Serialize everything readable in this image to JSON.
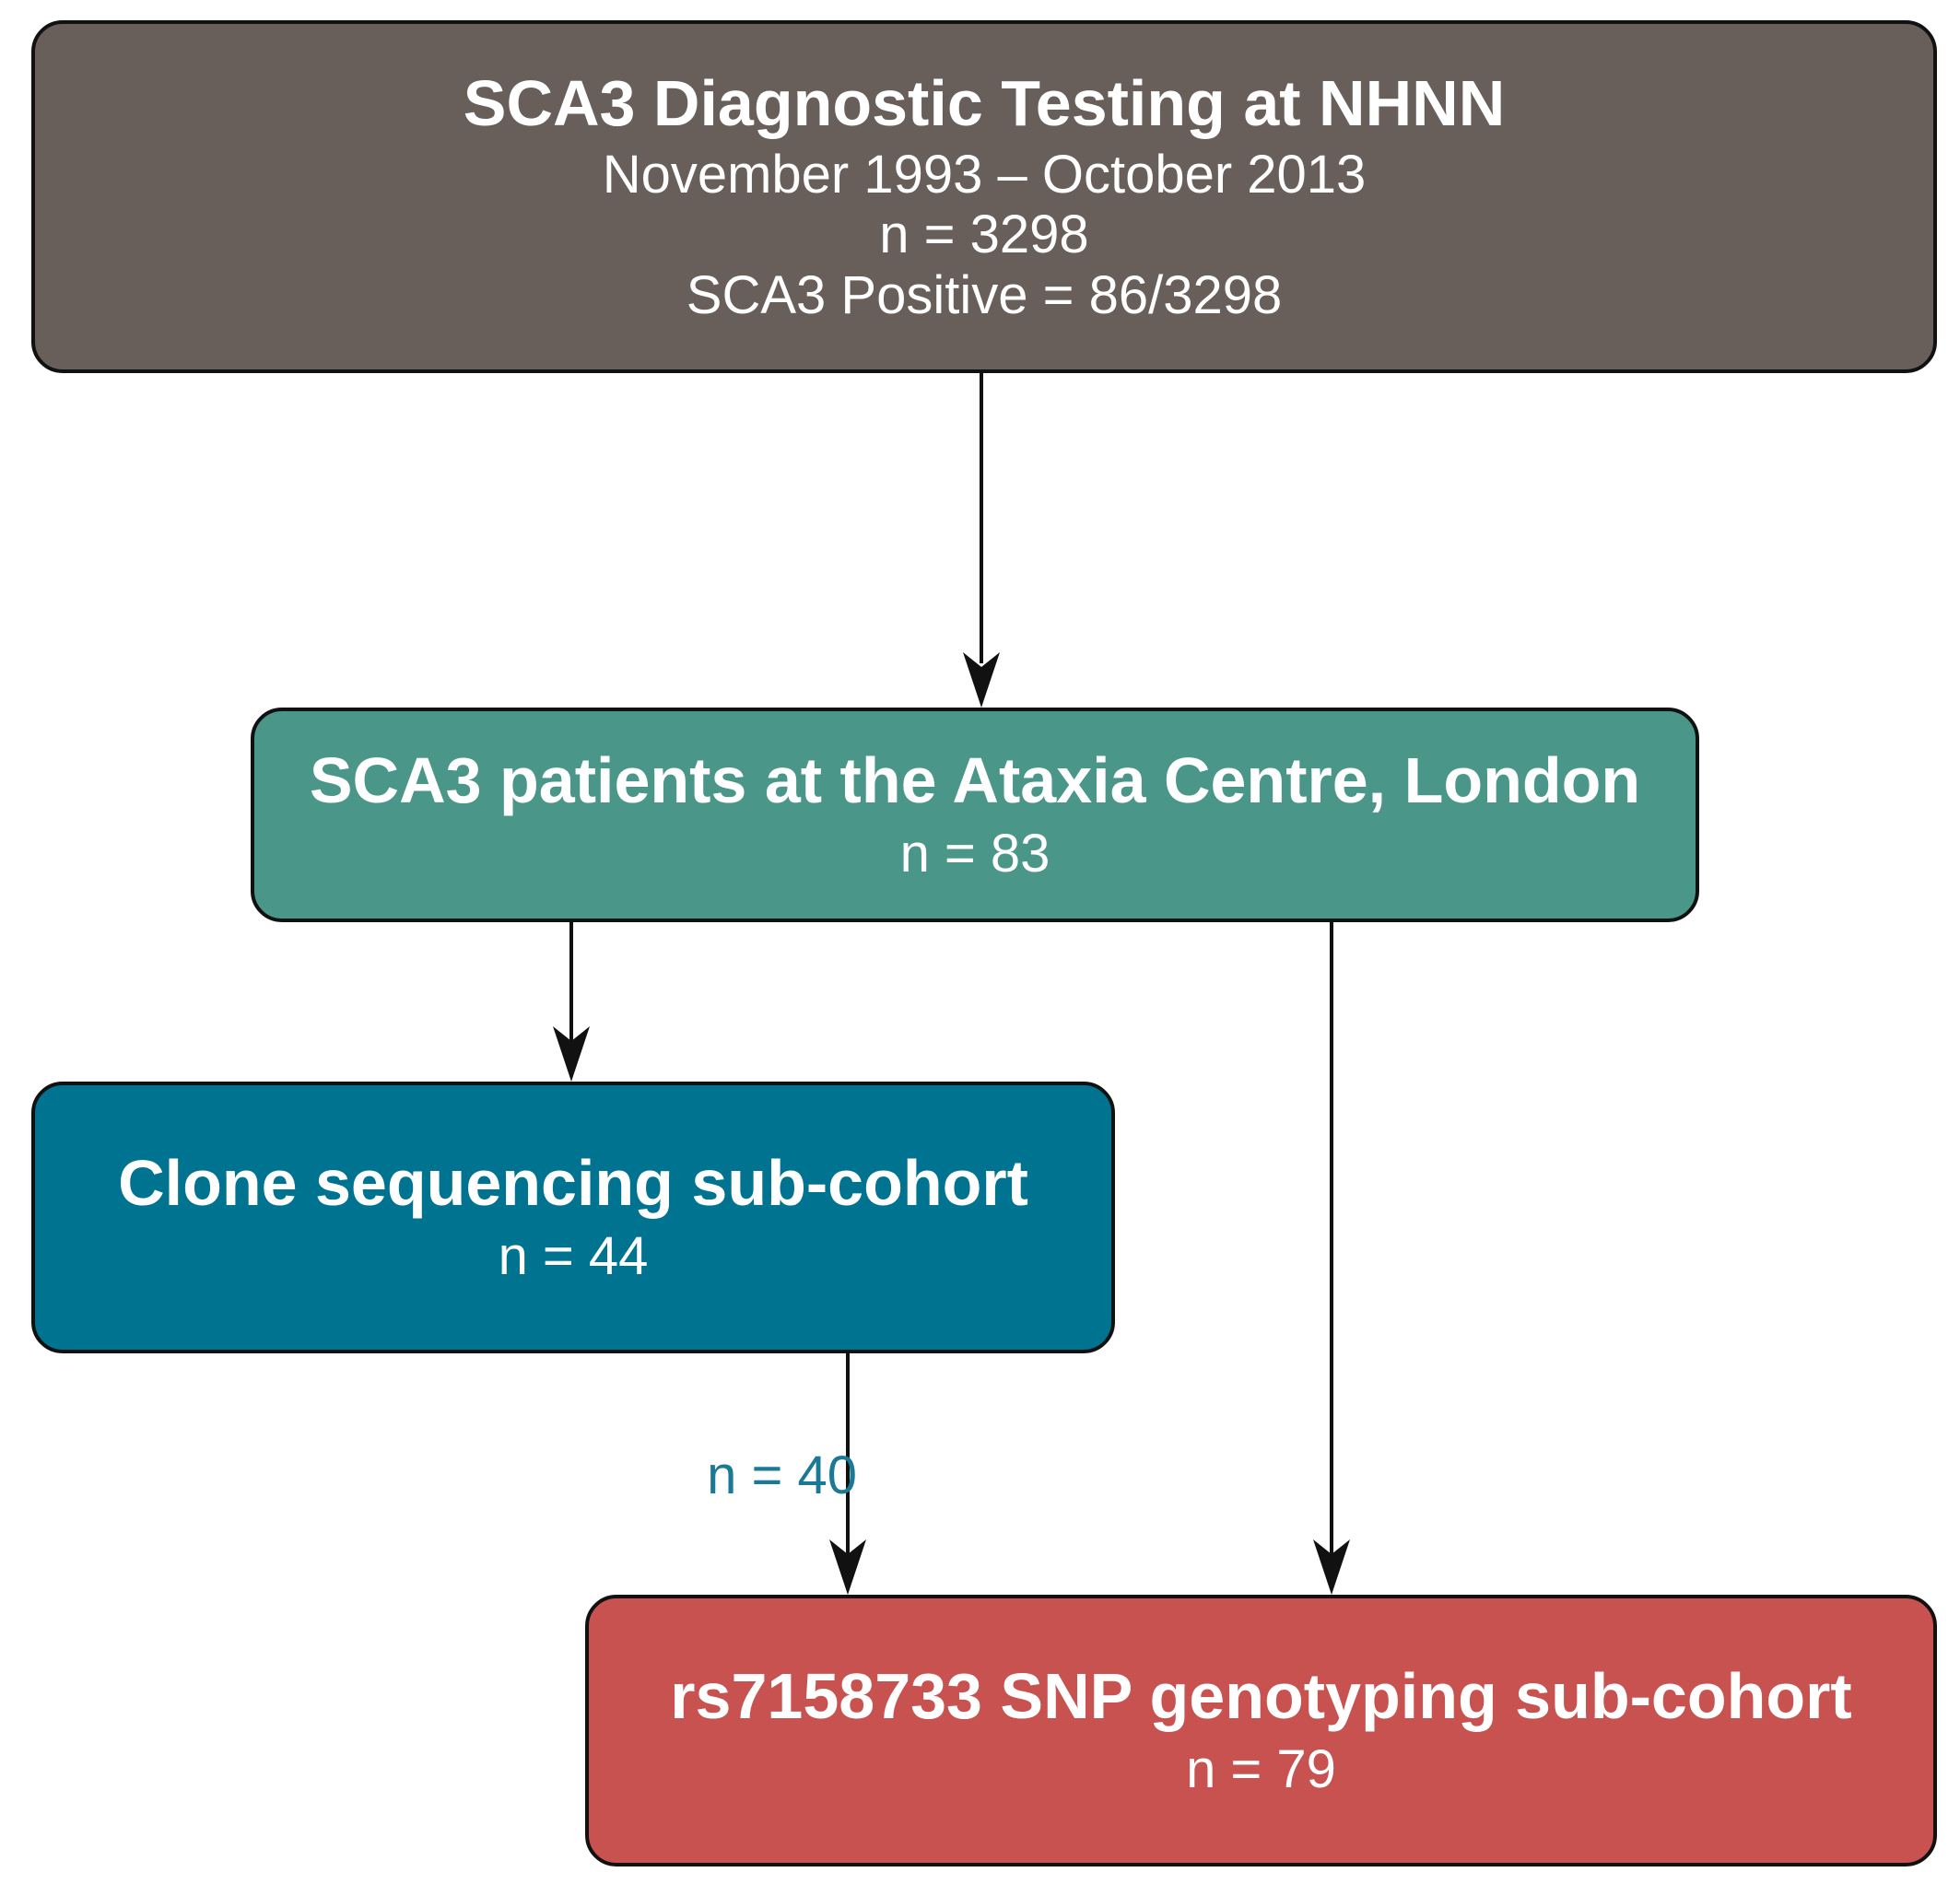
{
  "nodes": {
    "top": {
      "title": "SCA3 Diagnostic Testing at NHNN",
      "lines": [
        "November 1993 – October 2013",
        "n = 3298",
        "SCA3 Positive = 86/3298"
      ],
      "color": "#685e5a"
    },
    "middle": {
      "title": "SCA3 patients at the Ataxia Centre, London",
      "lines": [
        "n = 83"
      ],
      "color": "#4a978a"
    },
    "left": {
      "title": "Clone sequencing sub-cohort",
      "lines": [
        "n = 44"
      ],
      "color": "#007390"
    },
    "bottom": {
      "title": "rs7158733 SNP genotyping sub-cohort",
      "lines": [
        "n = 79"
      ],
      "color": "#c7524f"
    }
  },
  "edges": [
    {
      "from": "top",
      "to": "middle",
      "label": ""
    },
    {
      "from": "middle",
      "to": "left",
      "label": ""
    },
    {
      "from": "middle",
      "to": "bottom",
      "label": ""
    },
    {
      "from": "left",
      "to": "bottom",
      "label": "n = 40"
    }
  ],
  "edge_label_color": "#1a7a95"
}
